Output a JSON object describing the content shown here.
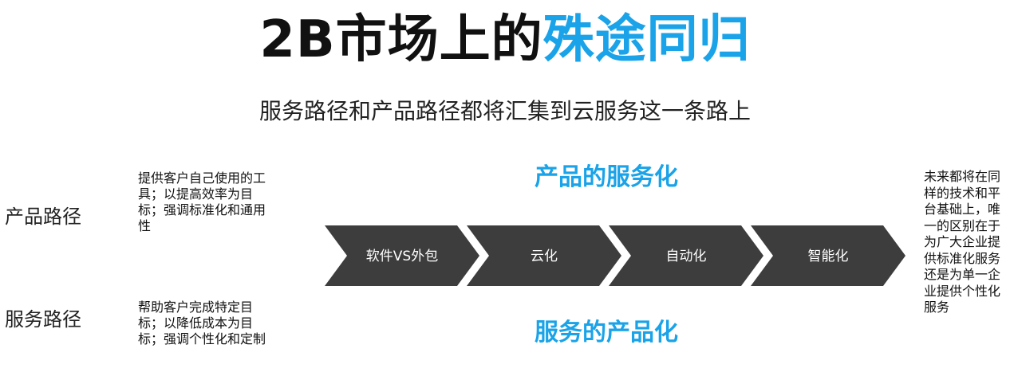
{
  "title": {
    "main": "2B市场上的",
    "accent": "殊途同归"
  },
  "subtitle": "服务路径和产品路径都将汇集到云服务这一条路上",
  "product_path": {
    "label": "产品路径",
    "description": "提供客户自己使用的工具；以提高效率为目标；强调标准化和通用性"
  },
  "service_path": {
    "label": "服务路径",
    "description": "帮助客户完成特定目标；以降低成本为目标；强调个性化和定制"
  },
  "top_accent": "产品的服务化",
  "bottom_accent": "服务的产品化",
  "steps": [
    {
      "label": "软件VS外包"
    },
    {
      "label": "云化"
    },
    {
      "label": "自动化"
    },
    {
      "label": "智能化"
    }
  ],
  "right_note": "未来都将在同样的技术和平台基础上，唯一的区别在于为广大企业提供标准化服务还是为单一企业提供个性化服务",
  "colors": {
    "accent": "#1aa3e8",
    "chevron": "#3d3d3d"
  }
}
